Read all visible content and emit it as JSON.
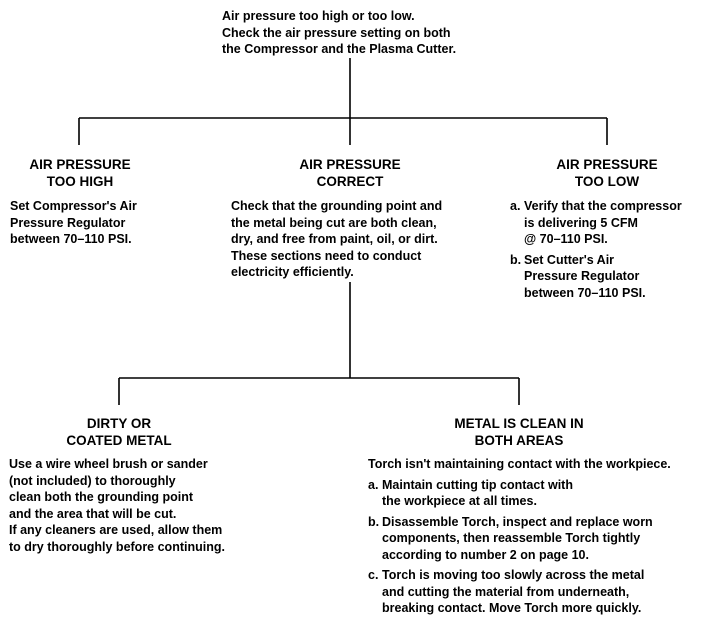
{
  "top": {
    "lines": [
      "Air pressure too high or too low.",
      "Check the air pressure setting on both",
      "the Compressor and the Plasma Cutter."
    ]
  },
  "branches": [
    {
      "heading": [
        "AIR PRESSURE",
        "TOO HIGH"
      ],
      "lines": [
        "Set Compressor's Air",
        "Pressure Regulator",
        "between 70–110 PSI."
      ]
    },
    {
      "heading": [
        "AIR PRESSURE",
        "CORRECT"
      ],
      "lines": [
        "Check that the grounding point and",
        "the metal being cut are both clean,",
        "dry, and free from paint, oil, or dirt.",
        "These sections need to conduct",
        "electricity efficiently."
      ]
    },
    {
      "heading": [
        "AIR PRESSURE",
        "TOO LOW"
      ],
      "items": [
        {
          "label": "a.",
          "lines": [
            "Verify that the compressor",
            "is delivering 5 CFM",
            "@ 70–110 PSI."
          ]
        },
        {
          "label": "b.",
          "lines": [
            "Set Cutter's Air",
            "Pressure Regulator",
            "between 70–110 PSI."
          ]
        }
      ]
    }
  ],
  "sub_branches": [
    {
      "heading": [
        "DIRTY OR",
        "COATED METAL"
      ],
      "lines": [
        "Use a wire wheel brush or sander",
        "(not included) to thoroughly",
        "clean both the grounding point",
        "and the area that will be cut.",
        "If any cleaners are used, allow them",
        "to dry thoroughly before continuing."
      ]
    },
    {
      "heading": [
        "METAL IS CLEAN IN",
        "BOTH AREAS"
      ],
      "intro": "Torch isn't maintaining contact with the workpiece.",
      "items": [
        {
          "label": "a.",
          "lines": [
            "Maintain cutting tip contact with",
            "the workpiece at all times."
          ]
        },
        {
          "label": "b.",
          "lines": [
            "Disassemble Torch, inspect and replace worn",
            "components, then reassemble Torch tightly",
            "according to number 2 on page 10."
          ]
        },
        {
          "label": "c.",
          "lines": [
            "Torch is moving too slowly across the metal",
            "and cutting the material from underneath,",
            "breaking contact.  Move Torch more quickly."
          ]
        }
      ]
    }
  ]
}
